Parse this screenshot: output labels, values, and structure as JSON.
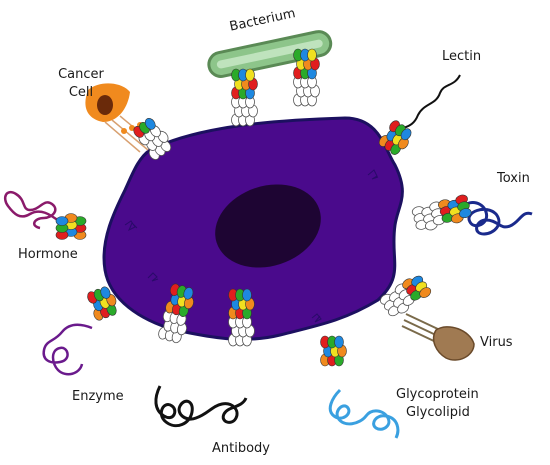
{
  "labels": {
    "bacterium": "Bacterium",
    "cancer_cell_line1": "Cancer",
    "cancer_cell_line2": "Cell",
    "lectin": "Lectin",
    "toxin": "Toxin",
    "hormone": "Hormone",
    "virus": "Virus",
    "enzyme": "Enzyme",
    "antibody": "Antibody",
    "glyco_line1": "Glycoprotein",
    "glyco_line2": "Glycolipid"
  },
  "colors": {
    "cell_body": "#4a0a8c",
    "cell_outline": "#1c1060",
    "nucleus": "#1e0533",
    "bacterium": "#8dc58a",
    "cancer_cell": "#f08a1e",
    "toxin": "#1a2a8c",
    "virus": "#a07a52",
    "hormone": "#8a1a6a",
    "enzyme": "#6a1a8c",
    "antibody": "#111111",
    "glyco": "#3aa0e0",
    "sugar_red": "#e01e1e",
    "sugar_green": "#2aaa2a",
    "sugar_blue": "#1e88e0",
    "sugar_yellow": "#f0e020",
    "sugar_orange": "#f08a1e",
    "sugar_white": "#ffffff"
  }
}
